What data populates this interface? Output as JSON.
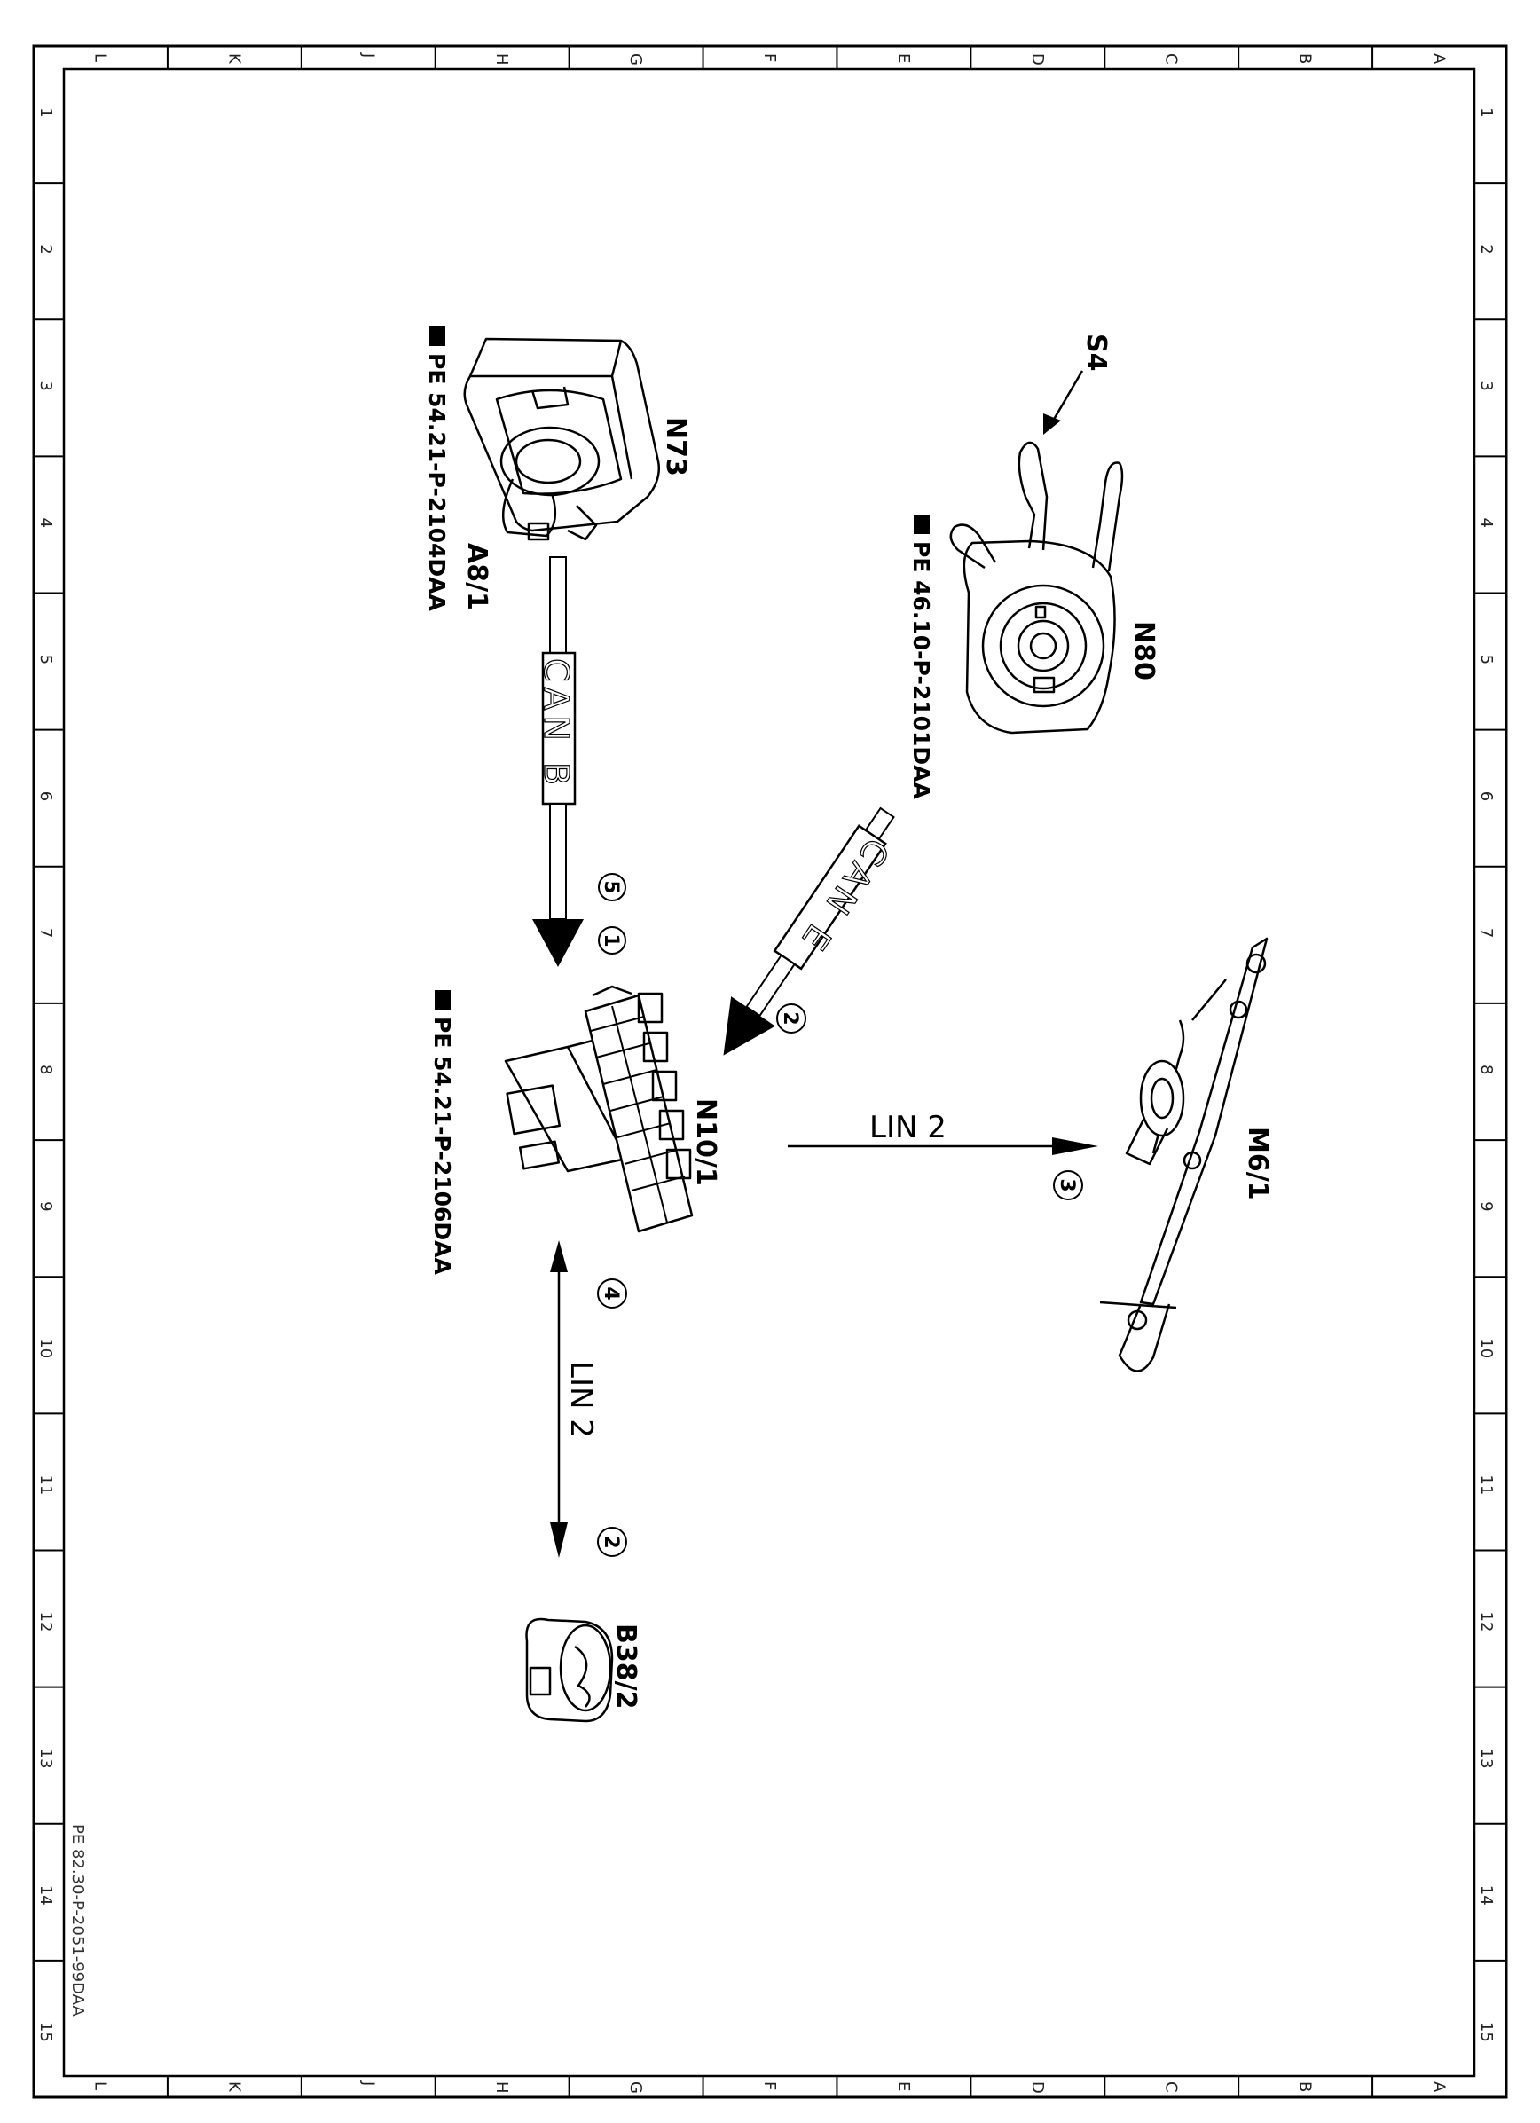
{
  "columns": [
    "L",
    "K",
    "J",
    "H",
    "G",
    "F",
    "E",
    "D",
    "C",
    "B",
    "A"
  ],
  "rows": [
    "1",
    "2",
    "3",
    "4",
    "5",
    "6",
    "7",
    "8",
    "9",
    "10",
    "11",
    "12",
    "13",
    "14",
    "15"
  ],
  "components": {
    "N73": "N73",
    "A8_1": "A8/1",
    "N80": "N80",
    "S4": "S4",
    "N10_1": "N10/1",
    "M6_1": "M6/1",
    "B38_2": "B38/2"
  },
  "references": {
    "n73": "PE 54.21-P-2104DAA",
    "n80": "PE 46.10-P-2101DAA",
    "n10": "PE 54.21-P-2106DAA"
  },
  "buses": {
    "can_b": "CAN B",
    "can_e": "CAN E",
    "lin_right": "LIN 2",
    "lin_down": "LIN 2"
  },
  "callouts": {
    "c5": "5",
    "c1": "1",
    "c2_can": "2",
    "c3": "3",
    "c4": "4",
    "c2_lin": "2"
  },
  "document_number": "PE 82.30-P-2051-99DAA"
}
